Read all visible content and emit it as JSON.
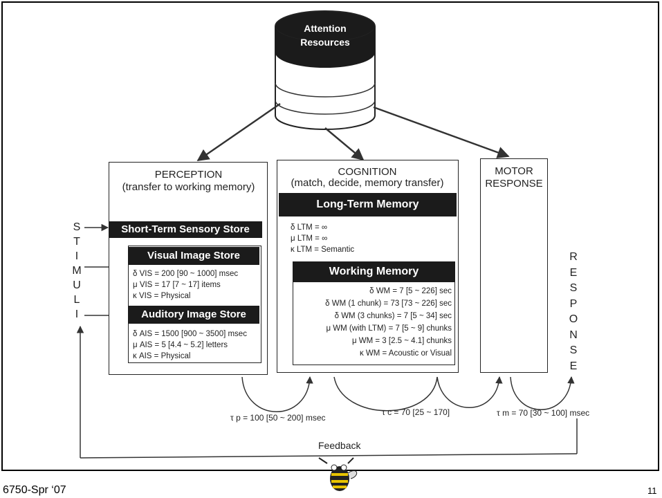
{
  "attention": {
    "line1": "Attention",
    "line2": "Resources"
  },
  "perception": {
    "title": "PERCEPTION",
    "subtitle": "(transfer to working memory)"
  },
  "cognition": {
    "title": "COGNITION",
    "subtitle": "(match, decide, memory transfer)"
  },
  "motor": {
    "line1": "MOTOR",
    "line2": "RESPONSE"
  },
  "stss": {
    "label": "Short-Term Sensory Store"
  },
  "vis": {
    "label": "Visual Image Store",
    "p1": "δ VIS = 200 [90 ~ 1000] msec",
    "p2": "μ VIS = 17 [7 ~ 17] items",
    "p3": "κ VIS = Physical"
  },
  "ais": {
    "label": "Auditory Image Store",
    "p1": "δ AIS = 1500 [900 ~ 3500] msec",
    "p2": "μ AIS = 5 [4.4 ~ 5.2] letters",
    "p3": "κ AIS = Physical"
  },
  "ltm": {
    "label": "Long-Term Memory",
    "p1": "δ LTM = ∞",
    "p2": "μ LTM = ∞",
    "p3": "κ LTM = Semantic"
  },
  "wm": {
    "label": "Working Memory",
    "p1": "δ WM = 7 [5 ~ 226] sec",
    "p2": "δ WM (1 chunk) = 73 [73 ~ 226] sec",
    "p3": "δ WM (3 chunks) = 7 [5 ~ 34] sec",
    "p4": "μ WM (with LTM) = 7 [5 ~ 9] chunks",
    "p5": "μ WM = 3 [2.5 ~ 4.1] chunks",
    "p6": "κ WM = Acoustic or Visual"
  },
  "stimuli_letters": [
    "S",
    "T",
    "I",
    "M",
    "U",
    "L",
    "I"
  ],
  "response_letters": [
    "R",
    "E",
    "S",
    "P",
    "O",
    "N",
    "S",
    "E"
  ],
  "cycles": {
    "tp": "τ p = 100 [50 ~ 200] msec",
    "tc": "τ c = 70 [25 ~ 170]",
    "tm": "τ m = 70 [30 ~ 100] msec"
  },
  "feedback": "Feedback",
  "footer": {
    "course": "6750-Spr ‘07",
    "page": "11"
  },
  "logo_icon": "yellow-jacket-mascot"
}
